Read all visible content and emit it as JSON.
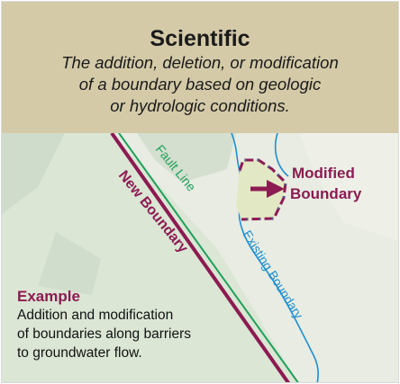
{
  "header": {
    "title": "Scientific",
    "subtitle_lines": [
      "The addition, deletion, or modification",
      "of a boundary based on geologic",
      "or hydrologic conditions."
    ]
  },
  "map": {
    "labels": {
      "new_boundary": "New Boundary",
      "fault_line": "Fault Line",
      "existing_boundary": "Existing Boundary",
      "modified_boundary_lines": [
        "Modified",
        "Boundary"
      ]
    }
  },
  "example": {
    "heading": "Example",
    "lines": [
      "Addition and modification",
      "of boundaries along barriers",
      "to groundwater flow."
    ]
  },
  "colors": {
    "header_bg": "#d4caa8",
    "new_boundary": "#8c1b52",
    "fault_line": "#1fa05a",
    "existing_boundary": "#1e8fd0",
    "modified_fill": "#e3e8c4"
  }
}
